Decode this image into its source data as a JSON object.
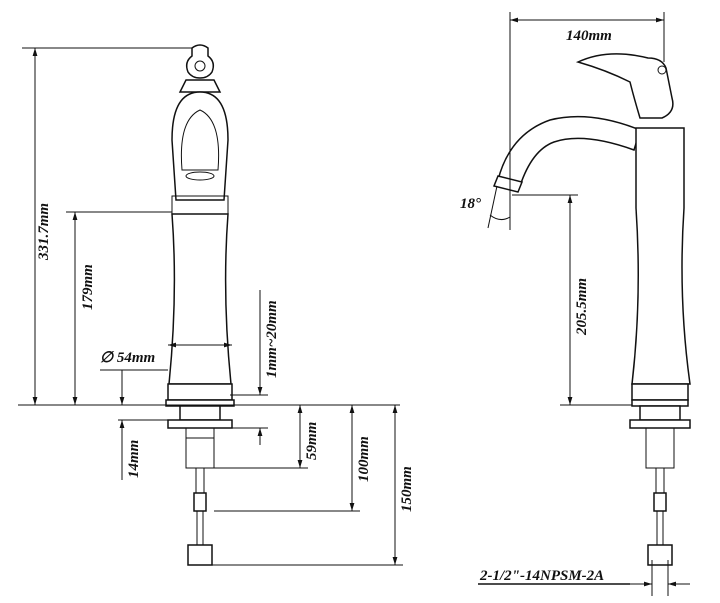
{
  "front_view": {
    "total_height": "331.7mm",
    "body_height": "179mm",
    "base_diameter": "∅ 54mm",
    "deck_thickness": "1mm~20mm",
    "shank_offset": "14mm",
    "shank_length": "59mm",
    "hose_mid": "100mm",
    "hose_length": "150mm"
  },
  "side_view": {
    "reach": "140mm",
    "spout_angle": "18°",
    "spout_height": "205.5mm",
    "thread_spec": "2-1/2\"-14NPSM-2A"
  }
}
